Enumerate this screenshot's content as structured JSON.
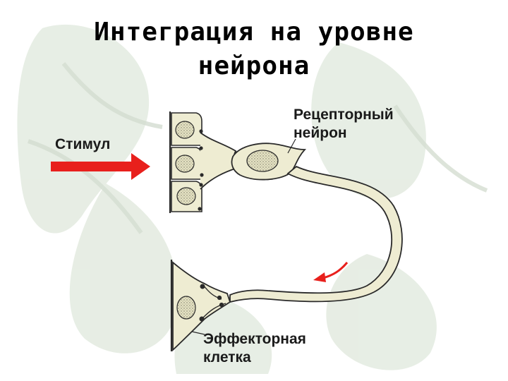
{
  "title": {
    "line1": "Интеграция на уровне",
    "line2": "нейрона"
  },
  "labels": {
    "stimulus": "Стимул",
    "receptor_neuron": {
      "line1": "Рецепторный",
      "line2": "нейрон"
    },
    "effector_cell": {
      "line1": "Эффекторная",
      "line2": "клетка"
    }
  },
  "colors": {
    "stimulus_arrow": "#e8201c",
    "direction_arrow": "#e8201c",
    "cell_fill": "#eeecd2",
    "outline": "#2a2a2a",
    "background_wash": "#dfe8dc"
  }
}
